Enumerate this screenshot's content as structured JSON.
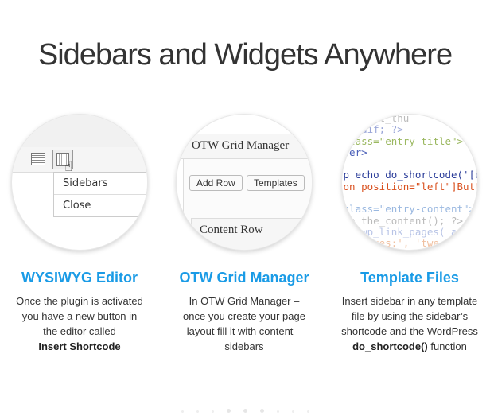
{
  "title": "Sidebars and Widgets Anywhere",
  "accent_color": "#1a9be6",
  "editor_preview": {
    "menu_items": [
      "Sidebars",
      "Close"
    ],
    "icons": [
      "toolbar-table-icon",
      "insert-shortcode-icon",
      "hand-cursor-icon"
    ]
  },
  "grid_preview": {
    "panel_title": "OTW Grid Manager",
    "buttons": [
      "Add Row",
      "Templates"
    ],
    "row_title": "Content Row"
  },
  "code_preview": {
    "lines": [
      {
        "text": "   _post_thu",
        "color": "#bbb"
      },
      {
        "text": "  endif; ?>",
        "color": "#9aa6d8"
      },
      {
        "text": " class=\"entry-title\">",
        "color": "#9bb860"
      },
      {
        "text": " der>",
        "color": "#4a5fb8"
      },
      {
        "text": "",
        "color": "#fff"
      },
      {
        "text": " p echo do_shortcode('[ot",
        "color": "#2c3e9a"
      },
      {
        "text": " on_position=\"left\"]Butto",
        "color": "#d9501e"
      },
      {
        "text": "",
        "color": "#fff"
      },
      {
        "text": " class=\"entry-content\">",
        "color": "#9ab8e0"
      },
      {
        "text": "  p the_content(); ?>",
        "color": "#bbb"
      },
      {
        "text": "    wp_link_pages( ar",
        "color": "#b8c4e6"
      },
      {
        "text": "    Pages:', 'twe",
        "color": "#f0c0a0"
      }
    ]
  },
  "features": [
    {
      "heading": "WYSIWYG Editor",
      "lines": [
        "Once the plugin is activated",
        "you have a new button in",
        "the editor called"
      ],
      "bold": "Insert Shortcode",
      "after": ""
    },
    {
      "heading": "OTW Grid Manager",
      "lines": [
        "In OTW Grid Manager –",
        "once you create your page",
        "layout  fill it with content –",
        "sidebars"
      ],
      "bold": "",
      "after": ""
    },
    {
      "heading": "Template Files",
      "lines": [
        "Insert sidebar in any template",
        "file by using the sidebar’s",
        "shortcode and the WordPress"
      ],
      "bold": "do_shortcode()",
      "after": " function"
    }
  ],
  "slider": {
    "dot_count": 9,
    "active_index": 4
  }
}
